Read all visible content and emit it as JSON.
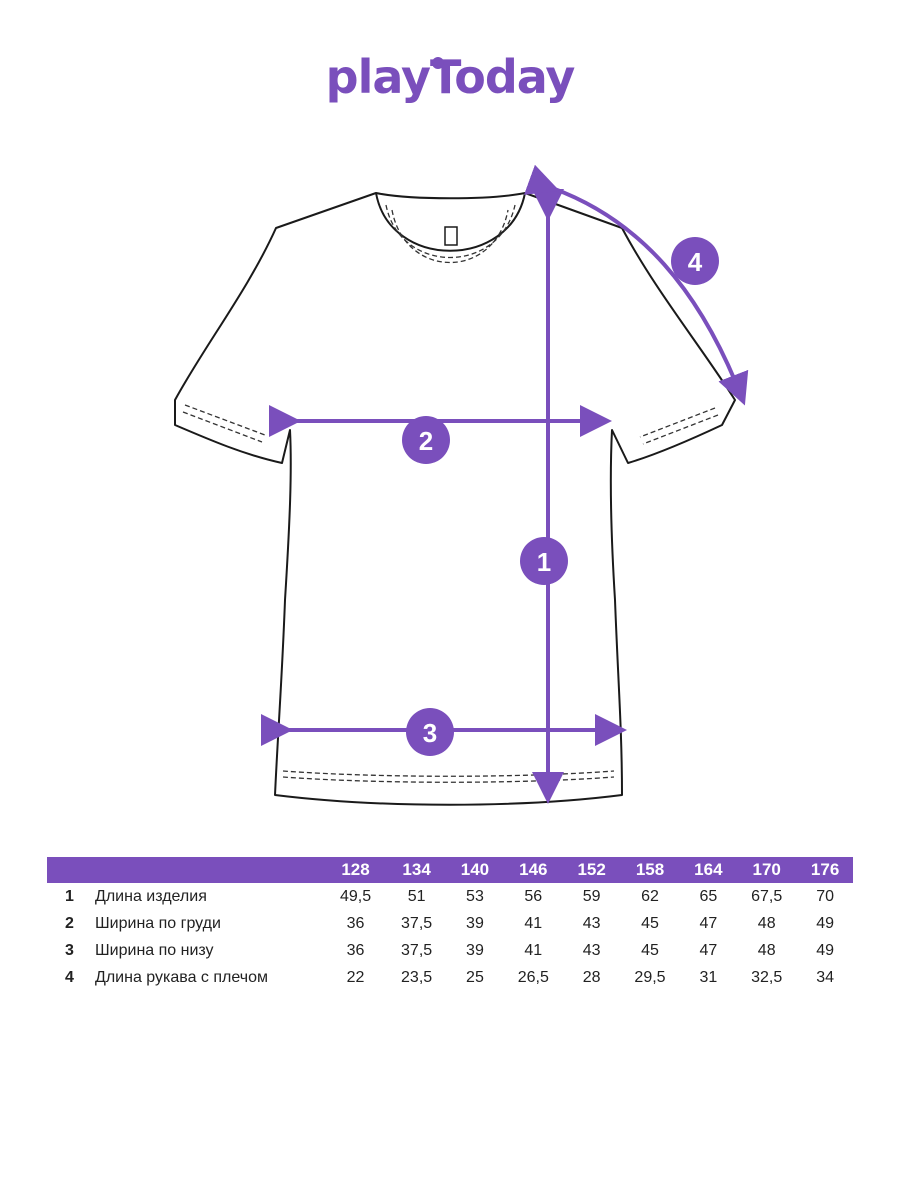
{
  "brand": {
    "logo_text": "playToday",
    "accent_color": "#7a4fbc"
  },
  "diagram": {
    "badges": [
      {
        "id": "1",
        "label": "1"
      },
      {
        "id": "2",
        "label": "2"
      },
      {
        "id": "3",
        "label": "3"
      },
      {
        "id": "4",
        "label": "4"
      }
    ]
  },
  "table": {
    "sizes": [
      "128",
      "134",
      "140",
      "146",
      "152",
      "158",
      "164",
      "170",
      "176"
    ],
    "rows": [
      {
        "num": "1",
        "label": "Длина изделия",
        "values": [
          "49,5",
          "51",
          "53",
          "56",
          "59",
          "62",
          "65",
          "67,5",
          "70"
        ]
      },
      {
        "num": "2",
        "label": "Ширина по груди",
        "values": [
          "36",
          "37,5",
          "39",
          "41",
          "43",
          "45",
          "47",
          "48",
          "49"
        ]
      },
      {
        "num": "3",
        "label": "Ширина по низу",
        "values": [
          "36",
          "37,5",
          "39",
          "41",
          "43",
          "45",
          "47",
          "48",
          "49"
        ]
      },
      {
        "num": "4",
        "label": "Длина рукава с плечом",
        "values": [
          "22",
          "23,5",
          "25",
          "26,5",
          "28",
          "29,5",
          "31",
          "32,5",
          "34"
        ]
      }
    ]
  }
}
